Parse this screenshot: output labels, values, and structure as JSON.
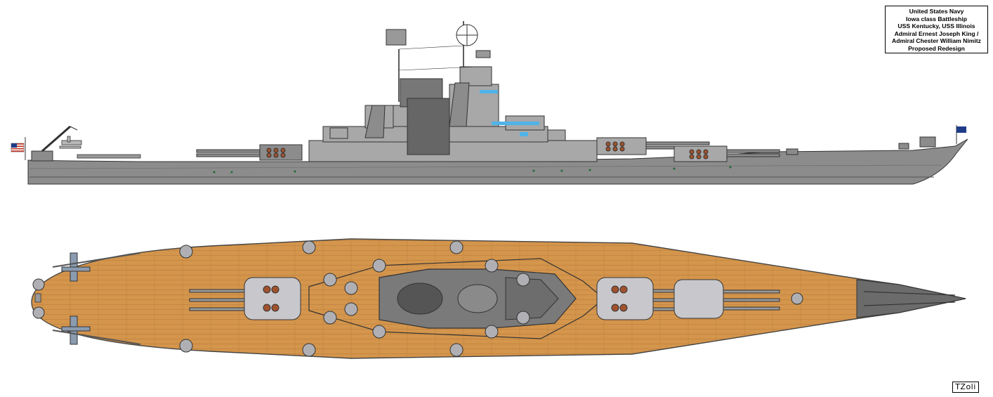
{
  "legend": {
    "lines": [
      "United States Navy",
      "Iowa class Battleship",
      "USS Kentucky, USS Illinois",
      "Admiral Ernest Joseph King /",
      "Admiral Chester William Nimitz",
      "Proposed Redesign"
    ]
  },
  "signature": "TZoli",
  "colors": {
    "hull_gray": "#8c8c8c",
    "superstructure_gray": "#a8a8a8",
    "deck_wood": "#d4954c",
    "deck_plank_line": "#b57a38",
    "turret_light": "#c8c8cc",
    "dark_gray": "#5a5a5a",
    "window_blue": "#4fb3e8",
    "flag_blue": "#1f3c88"
  }
}
